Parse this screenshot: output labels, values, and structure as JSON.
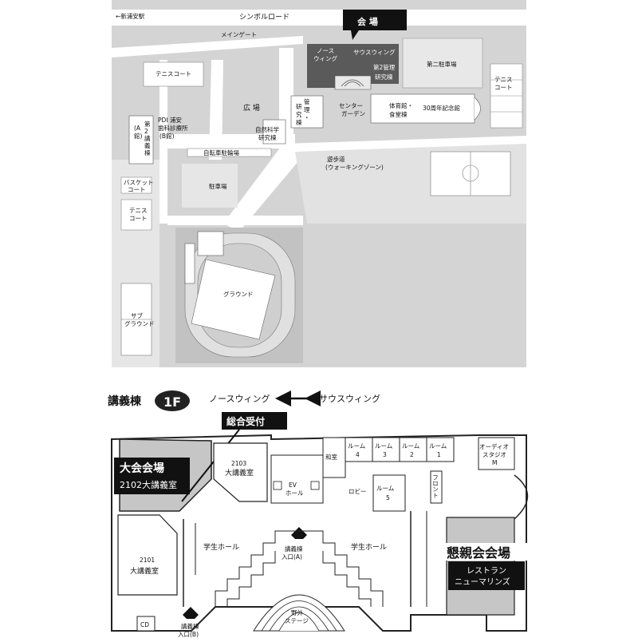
{
  "campus_map": {
    "labels": {
      "station": "←新浦安駅",
      "symbol_road": "シンボルロード",
      "main_gate": "メインゲート",
      "venue": "会 場",
      "north_wing": [
        "ノース",
        "ウィング"
      ],
      "south_wing": "サウスウィング",
      "research2": [
        "第2管理",
        "研究棟"
      ],
      "parking2": "第二駐車場",
      "tennis_left": "テニスコート",
      "tennis_right": [
        "テニス",
        "コート"
      ],
      "plaza": "広 場",
      "research_admin": [
        "研",
        "究",
        "棟"
      ],
      "research_admin_b": [
        "管",
        "理",
        "・"
      ],
      "center_garden": [
        "センター",
        "ガーデン"
      ],
      "gym": [
        "体育館・",
        "食堂棟"
      ],
      "memorial": "30周年記念館",
      "natural_science": [
        "自然科学",
        "研究棟"
      ],
      "pdi": [
        "PDI 浦安",
        "歯科診療所",
        "(B館)"
      ],
      "lecture2": [
        "第",
        "2",
        "講",
        "義",
        "棟"
      ],
      "lecture2_a": [
        "(A",
        "館)"
      ],
      "bike_parking": "自転車駐輪場",
      "promenade": [
        "遊歩道",
        "(ウォーキングゾーン)"
      ],
      "basketball": [
        "バスケット",
        "コート"
      ],
      "tennis_lower": [
        "テニス",
        "コート"
      ],
      "parking": "駐車場",
      "ground": "グラウンド",
      "sub_ground": [
        "サブ",
        "グラウンド"
      ]
    }
  },
  "floor_plan": {
    "building": "講義棟",
    "floor": "1F",
    "wing_left": "ノースウィング",
    "wing_right": "サウスウィング",
    "reception": "総合受付",
    "main_venue": "大会会場",
    "main_venue_room": "2102大講義室",
    "room_2103": [
      "2103",
      "大講義室"
    ],
    "room_2101": [
      "2101",
      "大講義室"
    ],
    "washitsu": "和室",
    "rooms": [
      {
        "name": "ルーム",
        "num": "4"
      },
      {
        "name": "ルーム",
        "num": "3"
      },
      {
        "name": "ルーム",
        "num": "2"
      },
      {
        "name": "ルーム",
        "num": "1"
      }
    ],
    "room5": [
      "ルーム",
      "5"
    ],
    "audio_studio": [
      "オーディオ",
      "スタジオ",
      "M"
    ],
    "ev_hall": [
      "EV",
      "ホール"
    ],
    "lobby": "ロビー",
    "front": "フロント",
    "student_hall_left": "学生ホール",
    "student_hall_right": "学生ホール",
    "entrance_a": [
      "講義棟",
      "入口(A)"
    ],
    "entrance_b": [
      "講義棟",
      "入口(B)"
    ],
    "outdoor_stage": [
      "野外",
      "ステージ"
    ],
    "cd": "CD",
    "social_venue": "懇親会会場",
    "restaurant": [
      "レストラン",
      "ニューマリンズ"
    ]
  },
  "colors": {
    "road": "#ffffff",
    "area": "#d4d4d4",
    "dark": "#555555",
    "ground": "#bdbdbd",
    "highlight": "#111111"
  }
}
